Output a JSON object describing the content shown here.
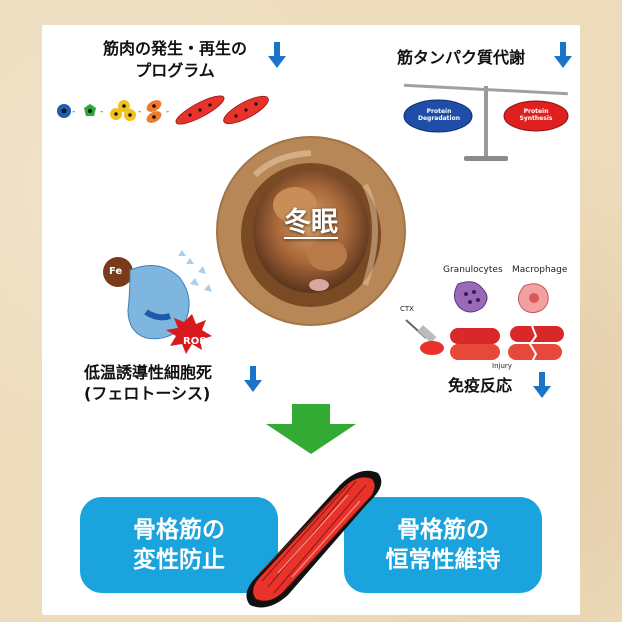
{
  "center": {
    "title": "冬眠"
  },
  "top_left": {
    "line1": "筋肉の発生・再生の",
    "line2": "プログラム"
  },
  "top_right": {
    "title": "筋タンパク質代謝",
    "left_pan_line1": "Protein",
    "left_pan_line2": "Degradation",
    "right_pan_line1": "Protein",
    "right_pan_line2": "Synthesis"
  },
  "mid_left": {
    "fe_label": "Fe",
    "ros_label": "ROS",
    "line1": "低温誘導性細胞死",
    "line2": "(フェロトーシス)"
  },
  "mid_right": {
    "granulocytes": "Granulocytes",
    "macrophage": "Macrophage",
    "ctx": "CTX",
    "injury": "Injury",
    "title": "免疫反応"
  },
  "bottom": {
    "left_line1": "骨格筋の",
    "left_line2": "変性防止",
    "right_line1": "骨格筋の",
    "right_line2": "恒常性維持"
  },
  "colors": {
    "arrow_blue": "#1a74c9",
    "big_arrow_green": "#33aa33",
    "box_blue": "#1aa3dc",
    "muscle_red": "#e8322a"
  }
}
